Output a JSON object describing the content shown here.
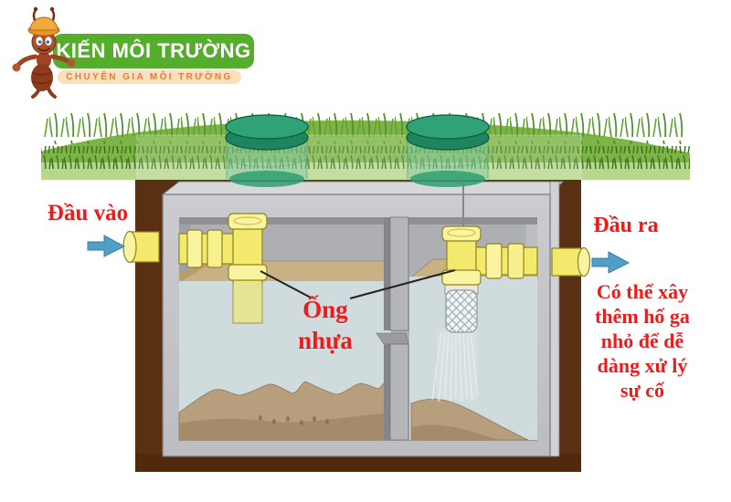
{
  "logo": {
    "title": "KIẾN MÔI TRƯỜNG",
    "subtitle": "CHUYÊN GIA MÔI TRƯỜNG",
    "mascot_icon": "ant-with-hard-hat",
    "colors": {
      "badge_green": "#54ae2c",
      "subtitle_bg": "#fae1bc",
      "subtitle_text": "#e87a39"
    }
  },
  "diagram": {
    "labels": {
      "inlet": "Đầu vào",
      "outlet": "Đầu ra",
      "pipe_line1": "Ống",
      "pipe_line2": "nhựa",
      "note_lines": [
        "Có thể xây",
        "thêm hố ga",
        "nhỏ để dễ",
        "dàng xử lý",
        "sự cố"
      ]
    },
    "icons": {
      "inlet_arrow": "arrow-right",
      "outlet_arrow": "arrow-right"
    },
    "colors": {
      "label_red": "#ee1b1b",
      "arrow_blue": "#4f9fc7",
      "pipe_yellow": "#f2e96d",
      "grass_green": "#7cb544",
      "cover_teal": "#2fa377",
      "soil_brown": "#5a3013",
      "water": "#cfdbdd",
      "scum_tan": "#c8b184",
      "tank_grey": "#c5c6ca"
    }
  }
}
